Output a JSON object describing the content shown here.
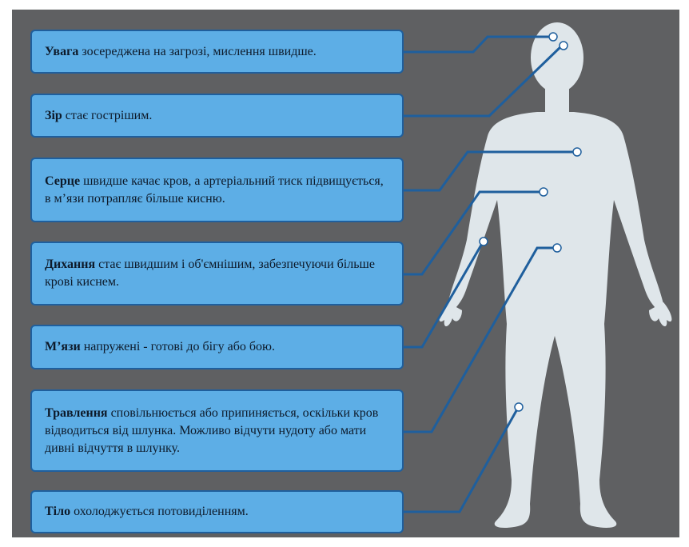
{
  "callouts": [
    {
      "title": "Увага",
      "text": " зосереджена на загрозі, мислення швидше."
    },
    {
      "title": "Зір",
      "text": " стає гострішим."
    },
    {
      "title": "Серце",
      "text": " швидше качає кров, а артеріальний тиск підвищується, в м’язи потрапляє більше кисню."
    },
    {
      "title": "Дихання",
      "text": " стає швидшим і об'ємнішим, забезпечуючи більше крові киснем."
    },
    {
      "title": "М’язи",
      "text": " напружені - готові до бігу або бою."
    },
    {
      "title": "Травлення",
      "text": " сповільнюється або припиняється, оскільки кров відводиться від шлунка. Можливо відчути нудоту або мати дивні відчуття в шлунку."
    },
    {
      "title": "Тіло",
      "text": " охолоджується потовиділенням."
    }
  ],
  "colors": {
    "background": "#5f6062",
    "box_fill": "#5daee6",
    "box_border": "#1f5f9d",
    "connector": "#1f5f9d",
    "silhouette": "#dfe6ea"
  }
}
